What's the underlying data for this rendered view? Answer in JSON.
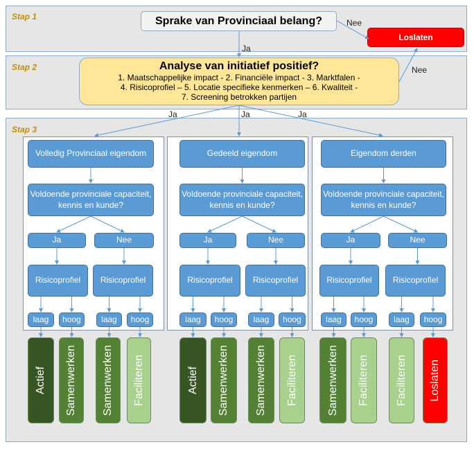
{
  "stap1": {
    "label": "Stap 1",
    "question": "Sprake van Provinciaal belang?",
    "nee_label": "Nee",
    "reject": "Loslaten",
    "ja_label": "Ja"
  },
  "stap2": {
    "label": "Stap 2",
    "title": "Analyse van initiatief positief?",
    "line1": "1.  Maatschappelijke impact -  2. Financiële impact - 3. Marktfalen -",
    "line2": "4. Risicoprofiel – 5. Locatie specifieke kenmerken  – 6. Kwaliteit  -",
    "line3": "7.  Screening betrokken partijen",
    "nee_label": "Nee",
    "ja_labels": [
      "Ja",
      "Ja",
      "Ja"
    ]
  },
  "stap3": {
    "label": "Stap 3",
    "columns": [
      {
        "title": "Volledig Provinciaal eigendom",
        "question": "Voldoende provinciale capaciteit, kennis en kunde?",
        "ja": "Ja",
        "nee": "Nee",
        "risk": [
          "Risicoprofiel",
          "Risicoprofiel"
        ],
        "levels": [
          "laag",
          "hoog",
          "laag",
          "hoog"
        ],
        "outcomes": [
          "Actief",
          "Samenwerken",
          "Samenwerken",
          "Faciliteren"
        ]
      },
      {
        "title": "Gedeeld eigendom",
        "question": "Voldoende provinciale capaciteit, kennis en kunde?",
        "ja": "Ja",
        "nee": "Nee",
        "risk": [
          "Risicoprofiel",
          "Risicoprofiel"
        ],
        "levels": [
          "laag",
          "hoog",
          "laag",
          "hoog"
        ],
        "outcomes": [
          "Actief",
          "Samenwerken",
          "Samenwerken",
          "Faciliteren"
        ]
      },
      {
        "title": "Eigendom derden",
        "question": "Voldoende provinciale capaciteit, kennis en kunde?",
        "ja": "Ja",
        "nee": "Nee",
        "risk": [
          "Risicoprofiel",
          "Risicoprofiel"
        ],
        "levels": [
          "laag",
          "hoog",
          "laag",
          "hoog"
        ],
        "outcomes": [
          "Samenwerken",
          "Faciliteren",
          "Faciliteren",
          "Loslaten"
        ]
      }
    ]
  },
  "colors": {
    "Actief": "#375623",
    "Samenwerken": "#548235",
    "Faciliteren": "#a9d18e",
    "Loslaten": "#ff0000"
  }
}
